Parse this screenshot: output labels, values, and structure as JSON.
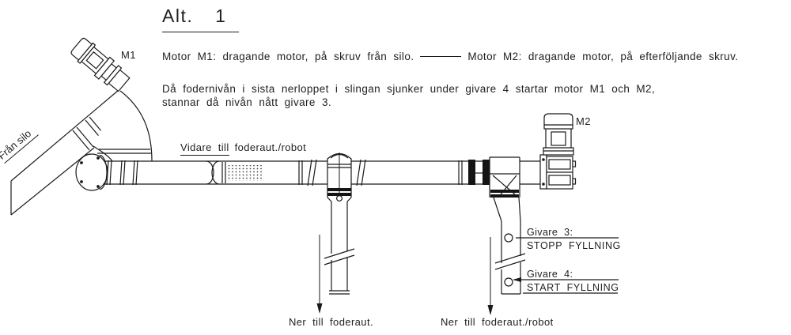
{
  "title": "Alt. 1",
  "description": {
    "m1": "Motor M1: dragande motor, på skruv från silo.",
    "m2": "Motor M2: dragande motor, på efterföljande skruv.",
    "behavior_line1": "Då fodernivån i sista nerloppet i slingan sjunker under givare 4 startar motor M1 och M2,",
    "behavior_line2": "stannar då nivån nått givare 3."
  },
  "labels": {
    "motor1": "M1",
    "motor2": "M2",
    "from_silo": "Från silo",
    "vidare_underlined": "Vidare till",
    "vidare_rest": "foderaut./robot",
    "ner_left": "Ner till foderaut.",
    "ner_right": "Ner till foderaut./robot"
  },
  "sensors": {
    "givare3": {
      "title": "Givare 3:",
      "subtitle": "STOPP FYLLNING"
    },
    "givare4": {
      "title": "Givare 4:",
      "subtitle": "START FYLLNING"
    }
  },
  "colors": {
    "line": "#1a1a1a",
    "text": "#1f1f1f",
    "background": "#ffffff"
  }
}
